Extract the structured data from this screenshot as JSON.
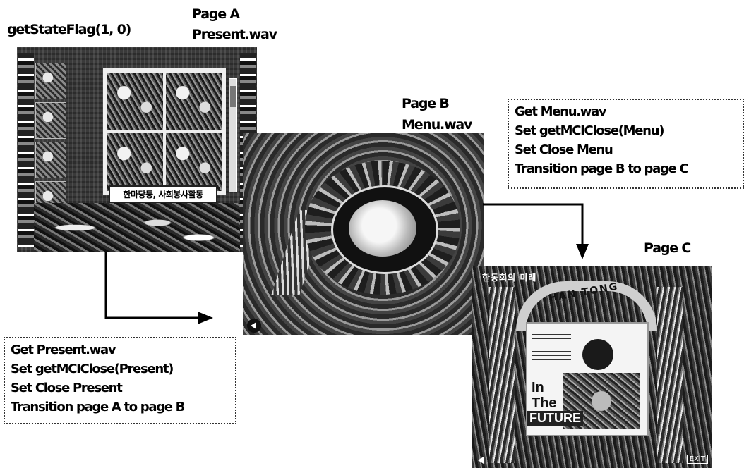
{
  "labels": {
    "state_flag": "getStateFlag(1, 0)",
    "page_a_name": "Page A",
    "page_a_sound": "Present.wav",
    "page_b_name": "Page B",
    "page_b_sound": "Menu.wav",
    "page_c_name": "Page C"
  },
  "box_a_to_b": {
    "lines": [
      "Get Present.wav",
      "Set getMCIClose(Present)",
      "Set Close Present",
      "Transition  page A to page B"
    ]
  },
  "box_b_to_c": {
    "lines": [
      "Get Menu.wav",
      "Set getMCIClose(Menu)",
      "Set Close Menu",
      "Transition  page B to page C"
    ]
  },
  "page_a": {
    "banner": "한마당등, 사회봉사활동"
  },
  "page_c": {
    "header": "한동회의 미래",
    "arch_text": "HAN TONG",
    "in_the": "In\nThe",
    "future": "FUTURE",
    "exit": "EXIT"
  }
}
